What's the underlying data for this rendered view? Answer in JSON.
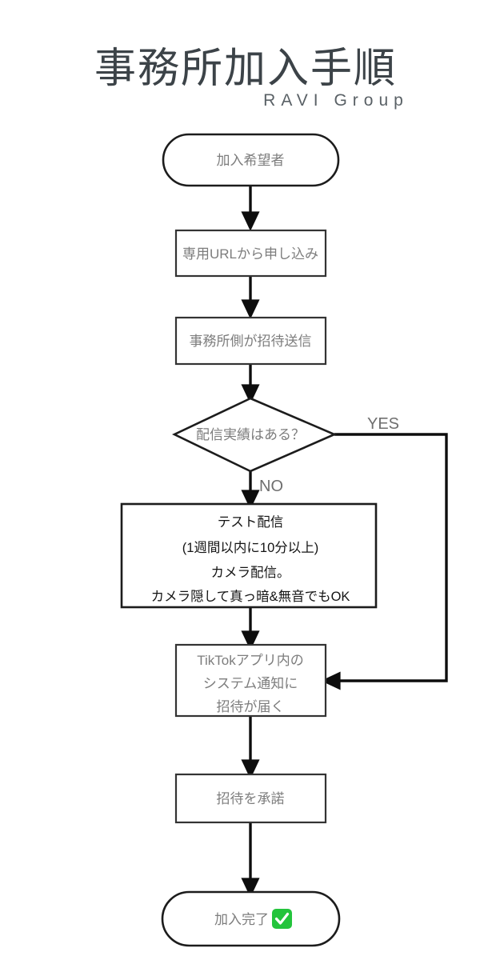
{
  "header": {
    "title": "事務所加入手順",
    "subtitle": "RAVI Group"
  },
  "flowchart": {
    "type": "flowchart",
    "orientation": "top-to-bottom",
    "nodes": [
      {
        "id": "start",
        "shape": "stadium",
        "label": "加入希望者"
      },
      {
        "id": "apply",
        "shape": "rectangle",
        "label": "専用URLから申し込み"
      },
      {
        "id": "invite",
        "shape": "rectangle",
        "label": "事務所側が招待送信"
      },
      {
        "id": "decide",
        "shape": "diamond",
        "label": "配信実績はある？"
      },
      {
        "id": "test",
        "shape": "rectangle",
        "lines": [
          "テスト配信",
          "(1週間以内に10分以上)",
          "カメラ配信。",
          "カメラ隠して真っ暗&無音でもOK"
        ]
      },
      {
        "id": "notify",
        "shape": "rectangle",
        "lines": [
          "TikTokアプリ内の",
          "システム通知に",
          "招待が届く"
        ]
      },
      {
        "id": "accept",
        "shape": "rectangle",
        "label": "招待を承諾"
      },
      {
        "id": "done",
        "shape": "stadium",
        "label": "加入完了",
        "emoji": "white-check-mark"
      }
    ],
    "edges": [
      {
        "from": "start",
        "to": "apply",
        "label": ""
      },
      {
        "from": "apply",
        "to": "invite",
        "label": ""
      },
      {
        "from": "invite",
        "to": "decide",
        "label": ""
      },
      {
        "from": "decide",
        "to": "test",
        "label": "NO"
      },
      {
        "from": "decide",
        "to": "notify",
        "label": "YES"
      },
      {
        "from": "test",
        "to": "notify",
        "label": ""
      },
      {
        "from": "notify",
        "to": "accept",
        "label": ""
      },
      {
        "from": "accept",
        "to": "done",
        "label": ""
      }
    ],
    "labels": {
      "yes": "YES",
      "no": "NO"
    }
  },
  "colors": {
    "background": "#ffffff",
    "title": "#3c4348",
    "node_border": "#1c1c1c",
    "node_text": "#7d7d7d",
    "node_text_dark": "#141414",
    "edge": "#0d0d0d",
    "check_green": "#23c43c"
  }
}
